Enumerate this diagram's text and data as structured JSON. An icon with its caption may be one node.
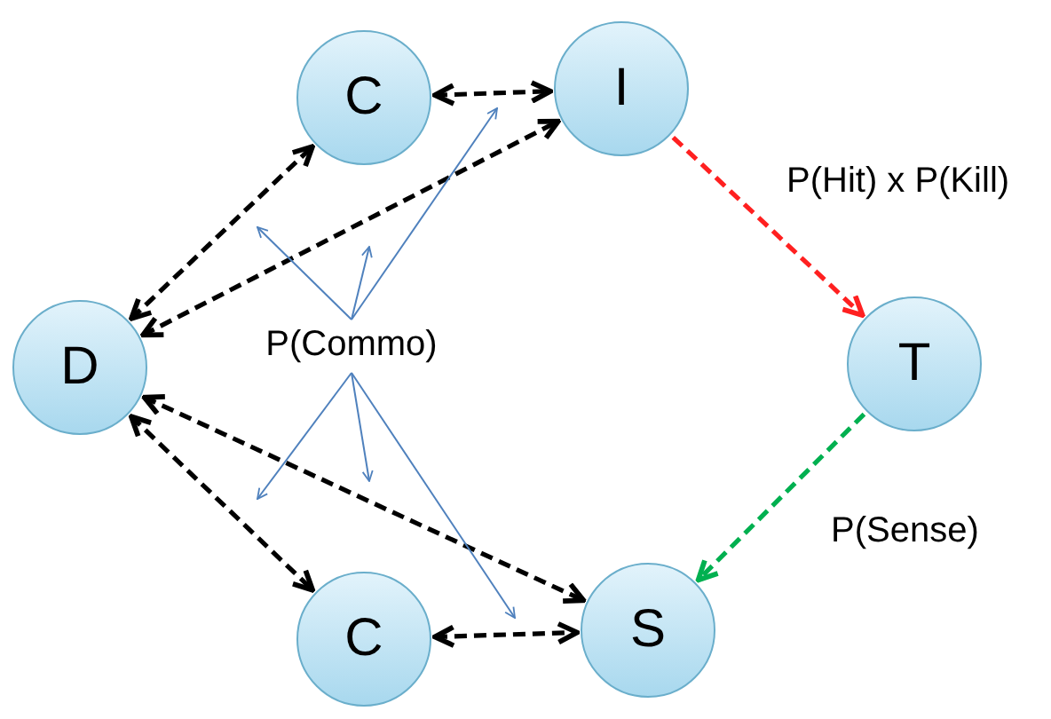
{
  "diagram": {
    "nodes": [
      {
        "text": [
          "C"
        ]
      },
      {
        "text": [
          "I"
        ]
      },
      {
        "text": [
          "D"
        ]
      },
      {
        "text": [
          "P(Commo)"
        ]
      },
      {
        "text": [
          "T"
        ]
      },
      {
        "text": [
          "C"
        ]
      },
      {
        "text": [
          "S"
        ]
      }
    ],
    "edges": [
      {
        "from": 0,
        "to": 1,
        "arrow": "both",
        "style": "dashed"
      },
      {
        "from": 2,
        "to": 0,
        "arrow": "both",
        "style": "dashed"
      },
      {
        "from": 2,
        "to": 1,
        "arrow": "both",
        "style": "dashed"
      },
      {
        "from": 1,
        "to": 4,
        "arrow": "to",
        "style": "dashed",
        "color": "#ff2020",
        "label": "P(Hit) x P(Kill)"
      },
      {
        "from": 4,
        "to": 6,
        "arrow": "to",
        "style": "dashed",
        "color": "#00b050",
        "label": "P(Sense)"
      },
      {
        "from": 2,
        "to": 5,
        "arrow": "both",
        "style": "dashed"
      },
      {
        "from": 2,
        "to": 6,
        "arrow": "both",
        "style": "dashed"
      },
      {
        "from": 5,
        "to": 6,
        "arrow": "both",
        "style": "dashed"
      },
      {
        "from": 3,
        "to": null,
        "arrow": "to",
        "color": "#4f81bd"
      },
      {
        "from": 3,
        "to": null,
        "arrow": "to",
        "color": "#4f81bd"
      },
      {
        "from": 3,
        "to": null,
        "arrow": "to",
        "color": "#4f81bd"
      },
      {
        "from": 3,
        "to": null,
        "arrow": "to",
        "color": "#4f81bd"
      },
      {
        "from": 3,
        "to": null,
        "arrow": "to",
        "color": "#4f81bd"
      },
      {
        "from": 3,
        "to": null,
        "arrow": "to",
        "color": "#4f81bd"
      }
    ]
  }
}
